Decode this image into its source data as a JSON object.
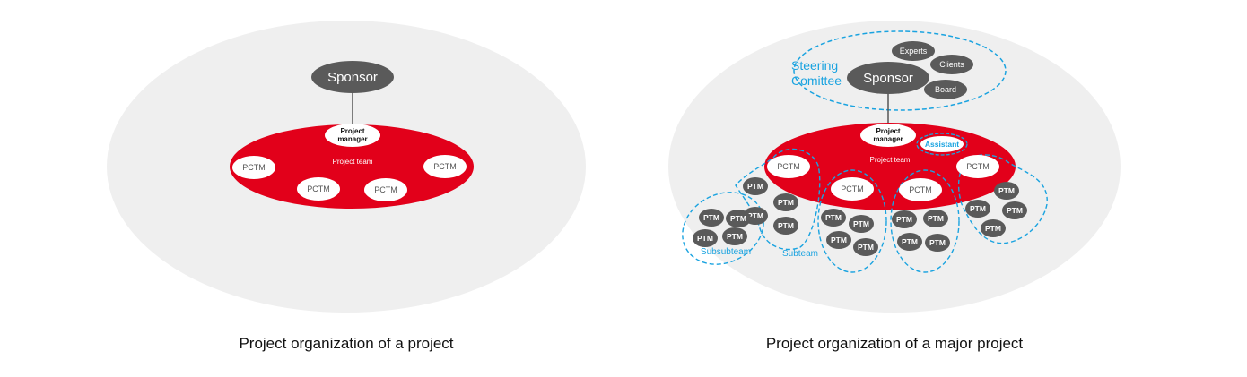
{
  "left": {
    "sponsor": "Sponsor",
    "project_manager": [
      "Project",
      "manager"
    ],
    "project_team": "Project team",
    "pctm": [
      "PCTM",
      "PCTM",
      "PCTM",
      "PCTM"
    ],
    "caption": "Project organization of a project"
  },
  "right": {
    "sponsor": "Sponsor",
    "steering_committee": [
      "Steering",
      "Comittee"
    ],
    "experts": "Experts",
    "clients": "Clients",
    "board": "Board",
    "project_manager": [
      "Project",
      "manager"
    ],
    "assistant": "Assistant",
    "project_team": "Project team",
    "pctm": [
      "PCTM",
      "PCTM",
      "PCTM",
      "PCTM"
    ],
    "ptm": "PTM",
    "subteam": "Subteam",
    "subsubteam": "Subsubteam",
    "caption": "Project organization of a major project"
  },
  "colors": {
    "red": "#e2001a",
    "dark_gray": "#5a5a5a",
    "light_gray": "#efefef",
    "blue": "#1aa3e0"
  }
}
